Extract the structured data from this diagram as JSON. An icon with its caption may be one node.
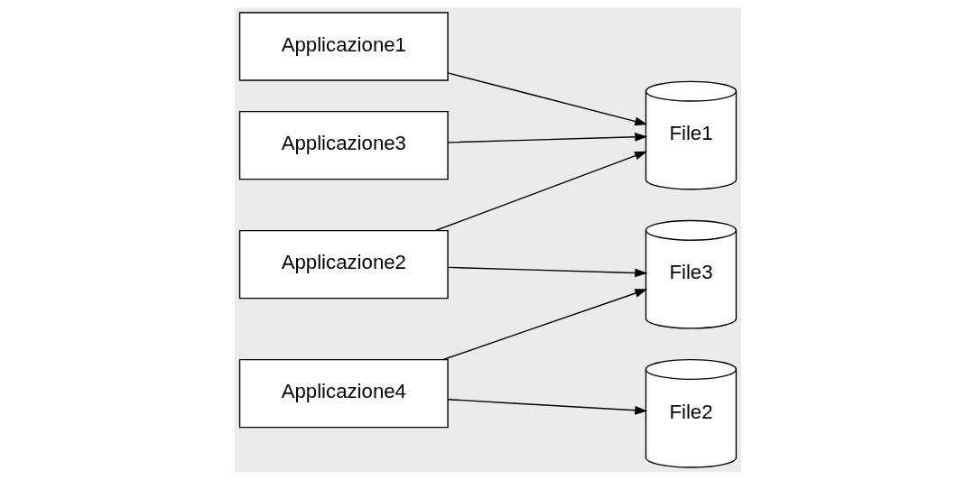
{
  "diagram": {
    "nodes": [
      {
        "text": [
          "Applicazione1"
        ]
      },
      {
        "text": [
          "Applicazione2"
        ]
      },
      {
        "text": [
          "Applicazione3"
        ]
      },
      {
        "text": [
          "Applicazione4"
        ]
      },
      {
        "text": [
          "File1"
        ]
      },
      {
        "text": [
          "File2"
        ]
      },
      {
        "text": [
          "File3"
        ]
      }
    ],
    "edges": [
      {
        "from": 0,
        "to": 4,
        "arrow": "to"
      },
      {
        "from": 1,
        "to": 4,
        "arrow": "to"
      },
      {
        "from": 1,
        "to": 6,
        "arrow": "to"
      },
      {
        "from": 2,
        "to": 4,
        "arrow": "to"
      },
      {
        "from": 3,
        "to": 5,
        "arrow": "to"
      },
      {
        "from": 3,
        "to": 6,
        "arrow": "to"
      }
    ]
  }
}
